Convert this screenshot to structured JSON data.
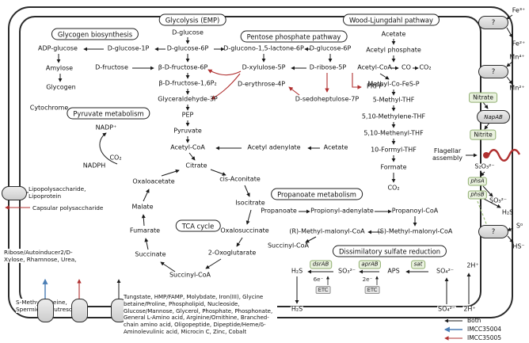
{
  "titles": {
    "glycogen": "Glycogen biosynthesis",
    "glycolysis": "Glycolysis (EMP)",
    "ppp": "Pentose phosphate pathway",
    "wood_ljungdahl": "Wood-Ljungdahl pathway",
    "pyruvate": "Pyruvate metabolism",
    "tca": "TCA cycle",
    "propanoate": "Propanoate metabolism",
    "sulfate": "Dissimilatory sulfate reduction"
  },
  "glycolysis": {
    "d_glucose": "D-glucose",
    "d_glucose_1p": "D-glucose-1P",
    "d_glucose_6p": "D-glucose-6P",
    "d_fructose": "D-fructose",
    "f6p": "β-D-fructose-6P",
    "f16p2": "β-D-fructose-1,6P₂",
    "g3p": "Glyceraldehyde-3P",
    "pep": "PEP",
    "pyruvate": "Pyruvate",
    "acetyl_coa": "Acetyl-CoA"
  },
  "glycogen": {
    "adp_glucose": "ADP-glucose",
    "amylose": "Amylose",
    "glycogen": "Glycogen",
    "cytochrome": "Cytochrome"
  },
  "ppp": {
    "lactone": "D-glucono-1,5-lactone-6P",
    "g6p": "D-glucose-6P",
    "xylulose": "D-xylulose-5P",
    "ribose": "D-ribose-5P",
    "erythrose": "D-erythrose-4P",
    "sedoheptulose": "D-sedoheptulose-7P",
    "prpp": "PRPP"
  },
  "wl": {
    "acetate": "Acetate",
    "acetyl_phosphate": "Acetyl phosphate",
    "acetyl_coa": "Acetyl-CoA",
    "co": "CO",
    "co2_top": "CO₂",
    "methyl_co_fes_p": "Methyl-Co-FeS-P",
    "methyl_thf": "5-Methyl-THF",
    "methylene_thf": "5,10-Methylene-THF",
    "methenyl_thf": "5,10-Methenyl-THF",
    "formyl_thf": "10-Formyl-THF",
    "formate": "Formate",
    "co2_bottom": "CO₂"
  },
  "pyruvate_metabolism": {
    "nadp": "NADP⁺",
    "nadph": "NADPH",
    "co2": "CO₂",
    "acetyl_adenylate": "Acetyl adenylate",
    "acetate": "Acetate"
  },
  "tca": {
    "citrate": "Citrate",
    "cis_aconitate": "cis-Aconitate",
    "isocitrate": "Isocitrate",
    "oxalosuccinate": "Oxalosuccinate",
    "oxoglutarate": "2-Oxoglutarate",
    "succinyl_coa": "Succinyl-CoA",
    "succinate": "Succinate",
    "fumarate": "Fumarate",
    "malate": "Malate",
    "oxaloacetate": "Oxaloacetate"
  },
  "propanoate": {
    "propanoate": "Propanoate",
    "propionyl_adenylate": "Propionyl-adenylate",
    "propanoyl_coa": "Propanoyl-CoA",
    "s_methyl_malonyl_coa": "(S)-Methyl-malonyl-CoA",
    "r_methyl_malonyl_coa": "(R)-Methyl-malonyl-CoA",
    "succinyl_coa": "Succinyl-CoA"
  },
  "sulfate": {
    "h2s": "H₂S",
    "dsrab": "dsrAB",
    "so3": "SO₃²⁻",
    "aprab": "aprAB",
    "aps": "APS",
    "sat": "sat",
    "so4": "SO₄²⁻",
    "h_in": "2H⁺",
    "e6": "6e⁻",
    "e2": "2e⁻",
    "etc": "ETC",
    "h2s_out": "H₂S",
    "so4_out": "SO₄²⁻",
    "h_out": "2H⁺"
  },
  "membrane_right": {
    "fe3": "Fe³⁺",
    "fe2": "Fe²⁺",
    "mn4": "Mn⁴⁺",
    "mn2": "Mn²⁺",
    "unknown": "?",
    "nitrate": "Nitrate",
    "napab": "NapAB",
    "nitrite": "Nitrite",
    "flagellar": "Flagellar assembly",
    "s2o3": "S₂O₃²⁻",
    "phsa": "phsA",
    "phsb": "phsB",
    "so3": "SO₃²⁻",
    "h2s": "H₂S",
    "s0": "S⁰",
    "hs": "HS⁻"
  },
  "membrane_left": {
    "lps": "Lipopolysaccharide, Lipoprotein",
    "capsular": "Capsular polysaccharide",
    "ribose_group": "Ribose/Autoinducer2/D-Xylose, Rhamnose, Urea,",
    "amines_group": "S-Methylcysteine, Spermidine/Putrescine"
  },
  "transport_list": "Tungstate, HMP/FAMP, Molybdate, Iron(III), Glycine betaine/Proline, Phospholipid, Nucleoside, Glucose/Mannose, Glycerol, Phosphate, Phosphonate, General L-Amino acid, Arginine/Ornithine, Branched-chain amino acid, Oligopeptide, Dipeptide/Heme/δ-Aminolevulinic acid, Microcin C, Zinc, Cobalt",
  "legend": {
    "both": "Both",
    "imcc35004": "IMCC35004",
    "imcc35005": "IMCC35005"
  },
  "colors": {
    "both_arrow": "#1a1a1a",
    "imcc35004_arrow": "#4a7db5",
    "imcc35005_arrow": "#b03030"
  }
}
